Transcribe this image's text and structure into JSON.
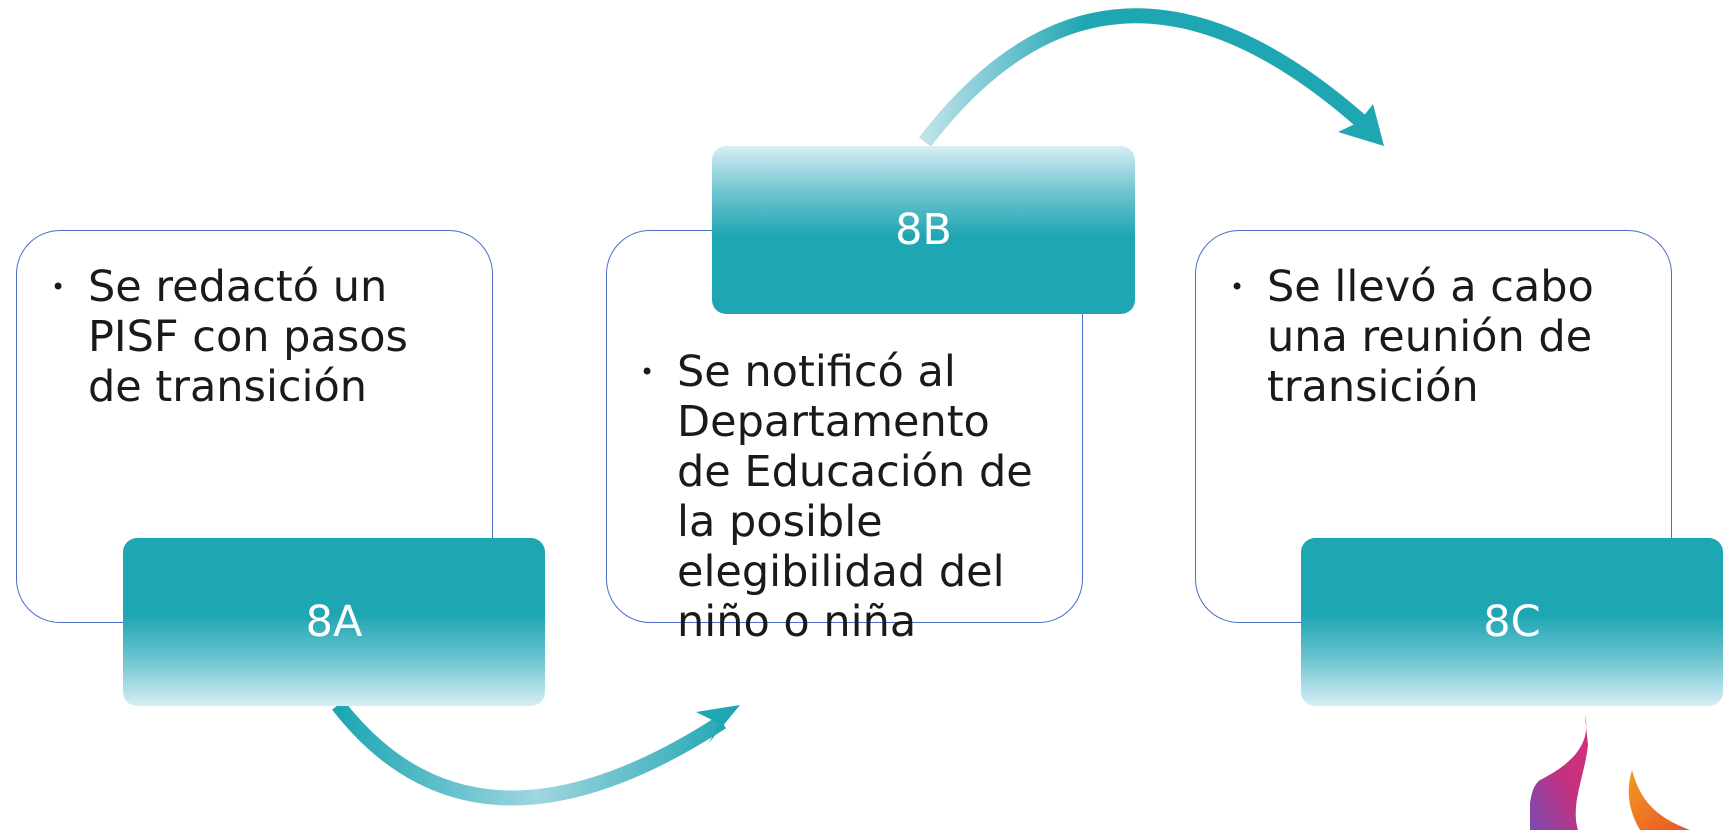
{
  "steps": [
    {
      "label": "8A",
      "text": "Se redactó un PISF con pasos de transición"
    },
    {
      "label": "8B",
      "text": "Se notificó al Departamento de Educación de la posible elegibilidad del niño o niña"
    },
    {
      "label": "8C",
      "text": "Se llevó a cabo una reunión de transición"
    }
  ],
  "colors": {
    "accent": "#1fa6b3",
    "accent_light": "#d7eef5",
    "card_border": "#4a6fc4"
  }
}
